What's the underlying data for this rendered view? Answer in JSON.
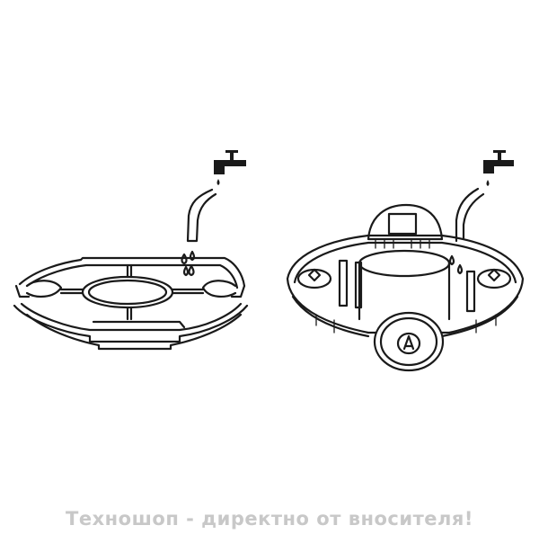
{
  "figure": {
    "description": "Cleaning instructions: rinse parts under running tap water",
    "panels": [
      {
        "id": "left",
        "subject": "tray-base",
        "icon": "water-tap-icon"
      },
      {
        "id": "right",
        "subject": "reservoir-base",
        "icon": "water-tap-icon"
      }
    ],
    "colors": {
      "line": "#1a1a1a",
      "background": "#ffffff",
      "watermark": "#c8c8c8"
    }
  },
  "watermark": {
    "text": "Техношоп - директно от вносителя!"
  }
}
